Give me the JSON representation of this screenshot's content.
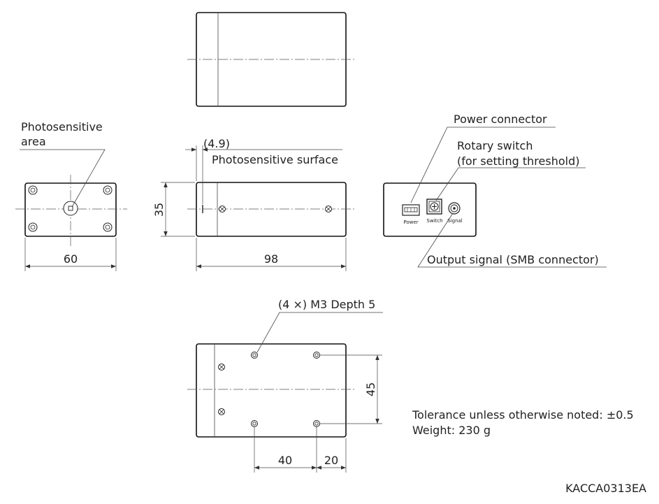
{
  "labels": {
    "photosensitive_area_line1": "Photosensitive",
    "photosensitive_area_line2": "area",
    "offset": "(4.9)",
    "photosensitive_surface": "Photosensitive surface",
    "power_connector": "Power connector",
    "rotary_switch_line1": "Rotary switch",
    "rotary_switch_line2": "(for setting threshold)",
    "output_signal": "Output signal (SMB connector)",
    "mount_holes": "(4 ×) M3 Depth 5",
    "tolerance": "Tolerance unless otherwise noted:  ±0.5",
    "weight": "Weight:  230 g",
    "drawing_code": "KACCA0313EA"
  },
  "panel_labels": {
    "power": "Power",
    "switch": "Switch",
    "signal": "Signal"
  },
  "dimensions": {
    "front_width": "60",
    "height": "35",
    "length": "98",
    "hole_spacing_vertical": "45",
    "hole_spacing_horizontal": "40",
    "hole_offset_edge": "20"
  }
}
